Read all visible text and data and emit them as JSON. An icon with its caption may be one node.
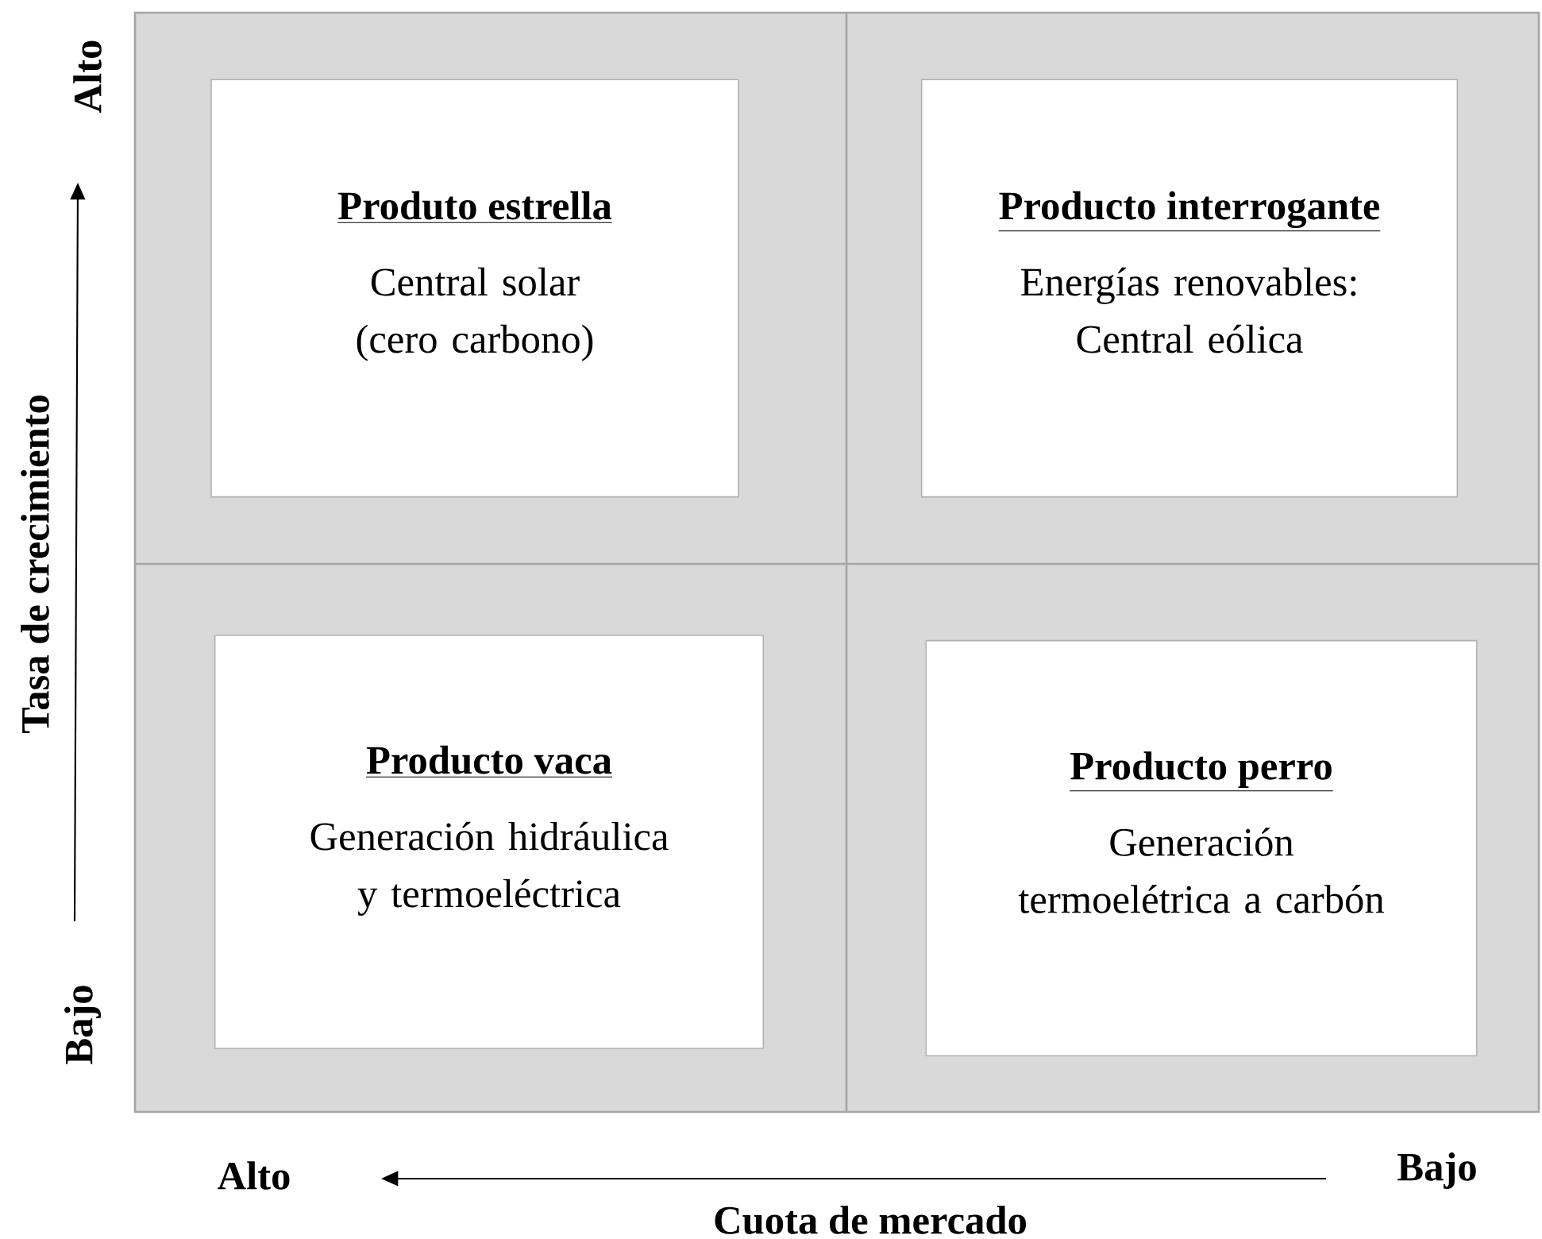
{
  "diagram": {
    "nodes": [
      {
        "text": [
          "Produto estrella",
          "Central solar (cero carbono)"
        ]
      },
      {
        "text": [
          "Producto interrogante",
          "Energías renovables: Central eólica"
        ]
      },
      {
        "text": [
          "Producto vaca",
          "Generación hidráulica y termoeléctrica"
        ]
      },
      {
        "text": [
          "Producto perro",
          "Generación termoelétrica a carbón"
        ]
      }
    ],
    "labels": [
      "Alto",
      "Tasa de crecimiento",
      "Bajo",
      "Alto",
      "Bajo",
      "Cuota de mercado"
    ]
  }
}
